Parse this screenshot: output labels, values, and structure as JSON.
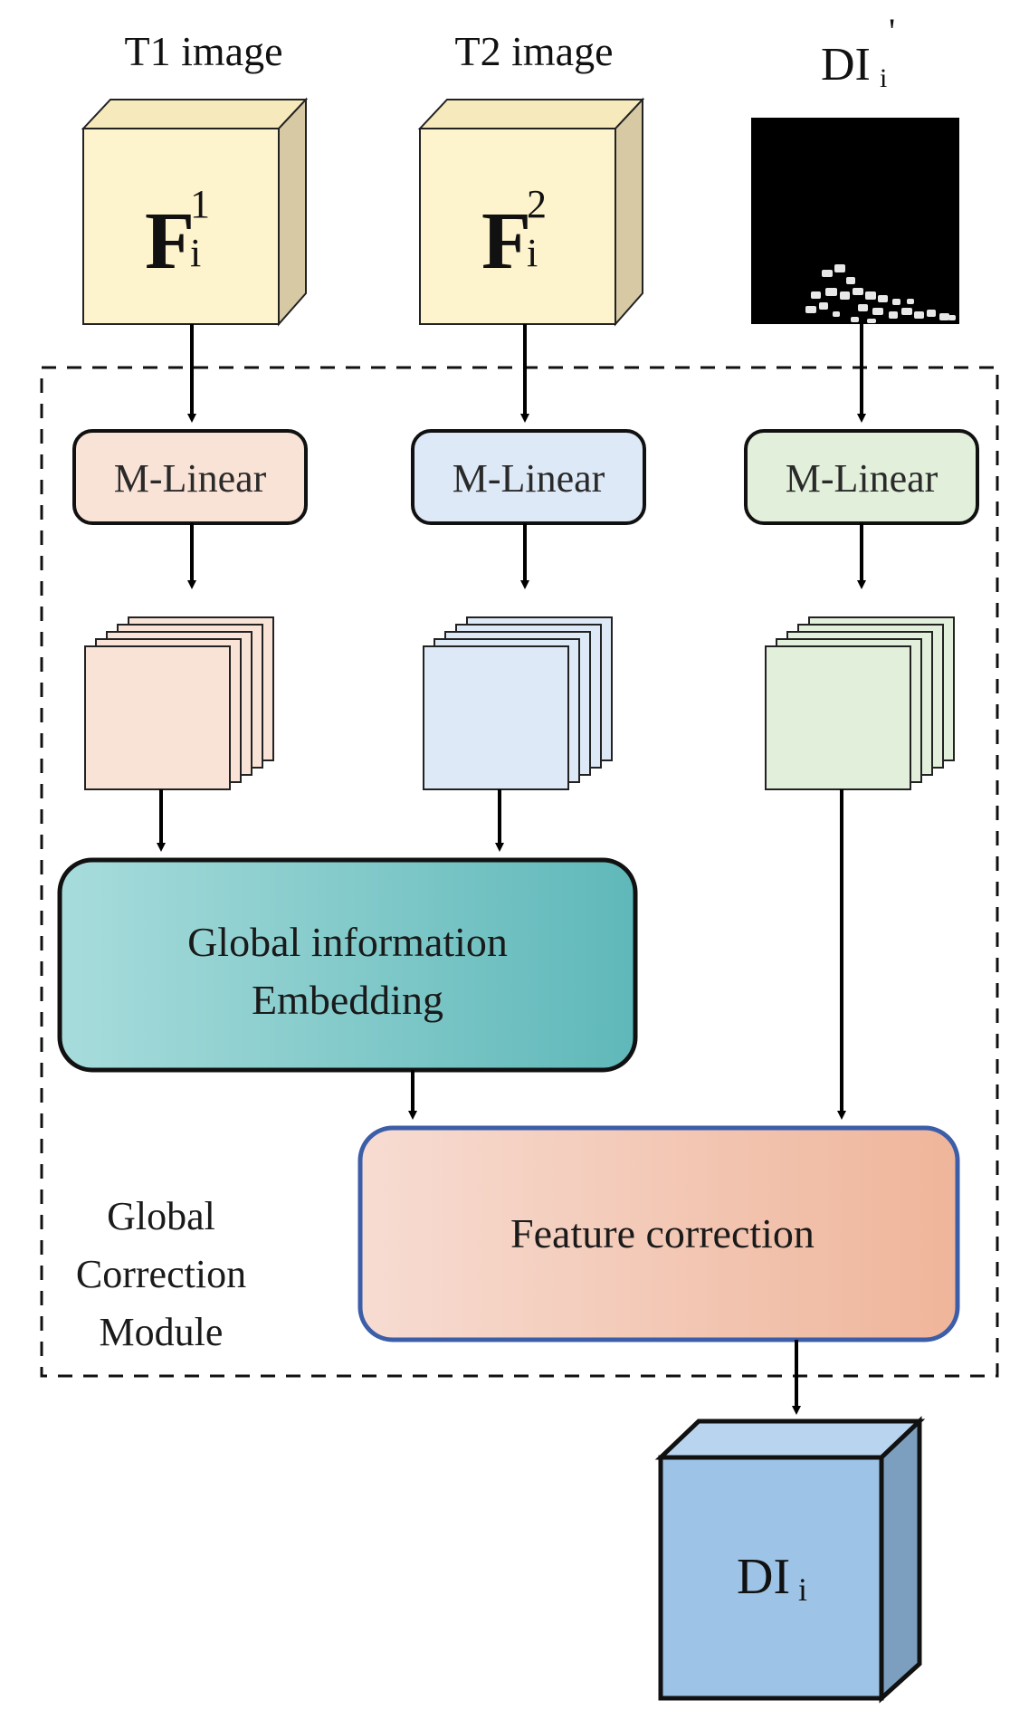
{
  "inputs": {
    "t1": {
      "title": "T1 image",
      "feature_main": "F",
      "feature_sup": "1",
      "feature_sub": "i"
    },
    "t2": {
      "title": "T2 image",
      "feature_main": "F",
      "feature_sup": "2",
      "feature_sub": "i"
    },
    "di_prev": {
      "title_main": "DI",
      "title_sub": "i",
      "title_sup": "'"
    }
  },
  "mlinear": {
    "t1_label": "M-Linear",
    "t2_label": "M-Linear",
    "di_label": "M-Linear"
  },
  "global_embedding": {
    "line1": "Global information",
    "line2": "Embedding"
  },
  "feature_correction": {
    "label": "Feature correction"
  },
  "module": {
    "line1": "Global",
    "line2": "Correction",
    "line3": "Module"
  },
  "output": {
    "label_main": "DI",
    "label_sub": "i"
  },
  "colors": {
    "t1_accent": "#f9e2d6",
    "t2_accent": "#dde9f6",
    "di_accent": "#e2efdb",
    "input_cube": "#fdf3cd",
    "output_cube": "#9dc3e6",
    "embedding_start": "#a8dcdc",
    "embedding_end": "#5fb8b9",
    "correction_start": "#f7dcd2",
    "correction_end": "#efb59a",
    "correction_border": "#3c5ea8"
  }
}
